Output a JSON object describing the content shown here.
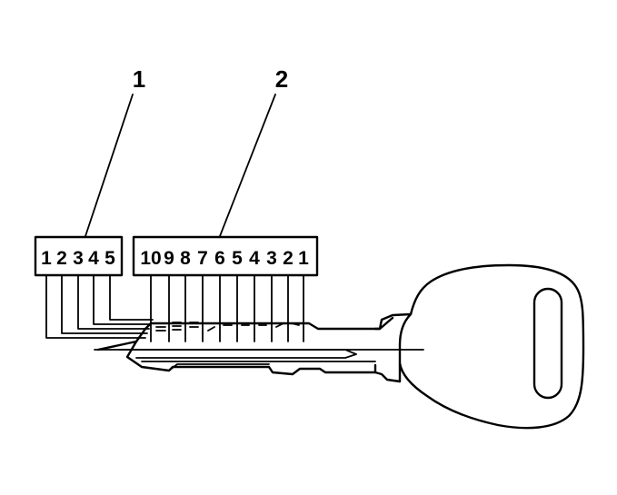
{
  "callouts": {
    "left_group": "1",
    "right_group": "2"
  },
  "left_positions": [
    "1",
    "2",
    "3",
    "4",
    "5"
  ],
  "right_positions": [
    "10",
    "9",
    "8",
    "7",
    "6",
    "5",
    "4",
    "3",
    "2",
    "1"
  ],
  "colors": {
    "ink": "#000000",
    "background": "#ffffff"
  }
}
